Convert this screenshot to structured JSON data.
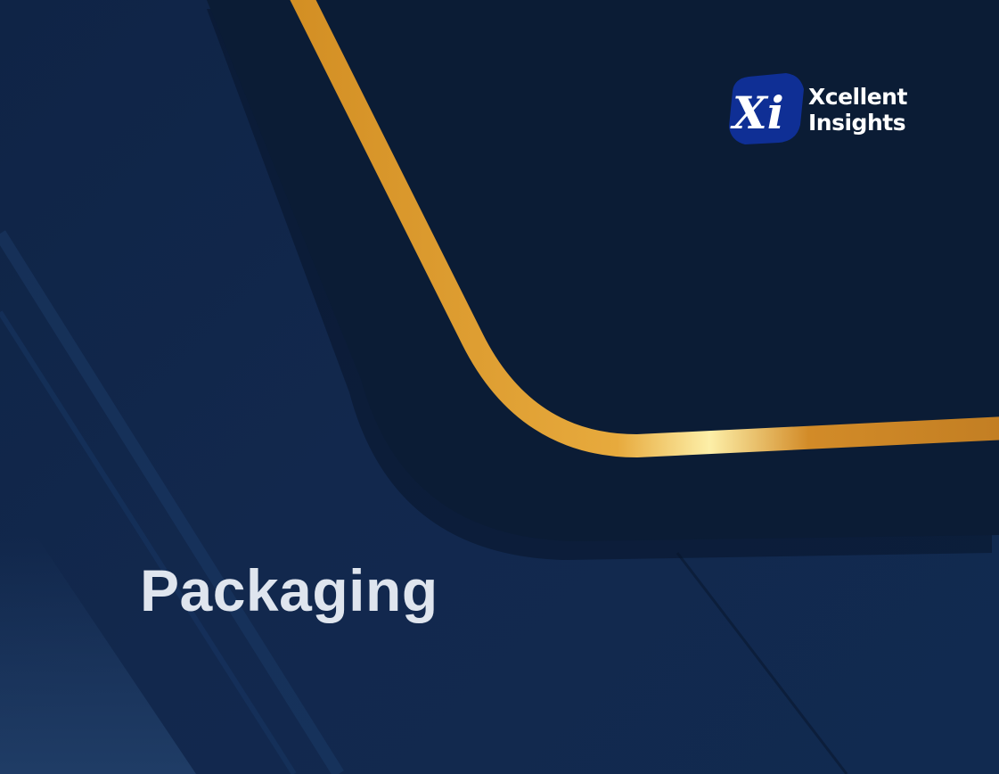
{
  "logo": {
    "mark_text": "Xi",
    "name_line1": "Xcellent",
    "name_line2": "Insights"
  },
  "title": "Packaging",
  "colors": {
    "background": "#10264a",
    "panel": "#0b1c35",
    "accent_gold": "#d9982c",
    "gold_highlight": "#fcefa6",
    "logo_badge": "#0f2f95",
    "title_text": "#dfe5ee"
  }
}
